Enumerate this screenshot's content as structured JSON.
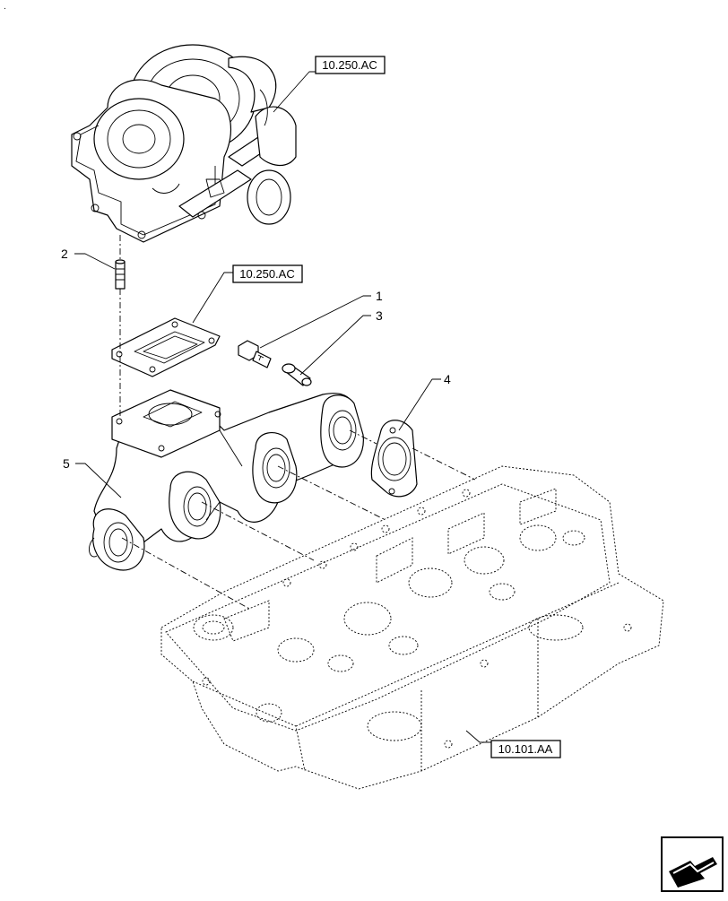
{
  "references": {
    "turbo": "10.250.AC",
    "gasket": "10.250.AC",
    "head": "10.101.AA"
  },
  "callouts": [
    "1",
    "2",
    "3",
    "4",
    "5"
  ],
  "corner_mark": "."
}
